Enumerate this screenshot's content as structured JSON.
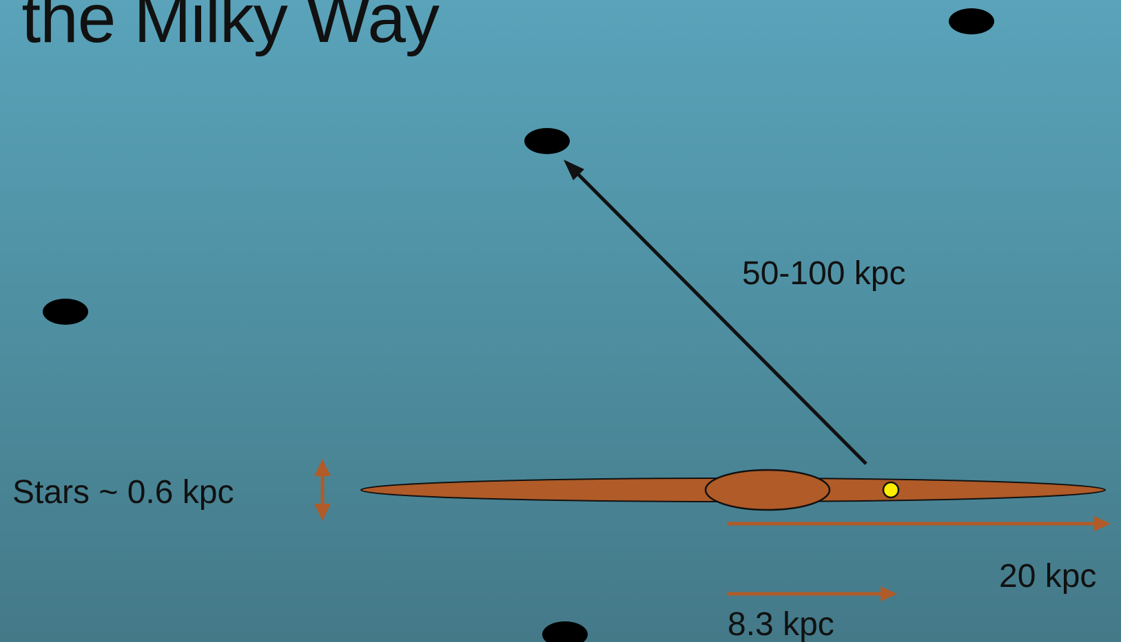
{
  "title": "n the Milky Way",
  "labels": {
    "halo_distance": "50-100 kpc",
    "stars_thickness": "Stars ~ 0.6 kpc",
    "disk_radius": "20 kpc",
    "sun_distance": "8.3 kpc"
  },
  "colors": {
    "background_top": "#5aa3ba",
    "background_bottom": "#447988",
    "disk": "#b05b28",
    "sun": "#ffee00",
    "satellite": "#000000",
    "halo_arrow": "#111111",
    "scale_arrow": "#b05b28"
  }
}
